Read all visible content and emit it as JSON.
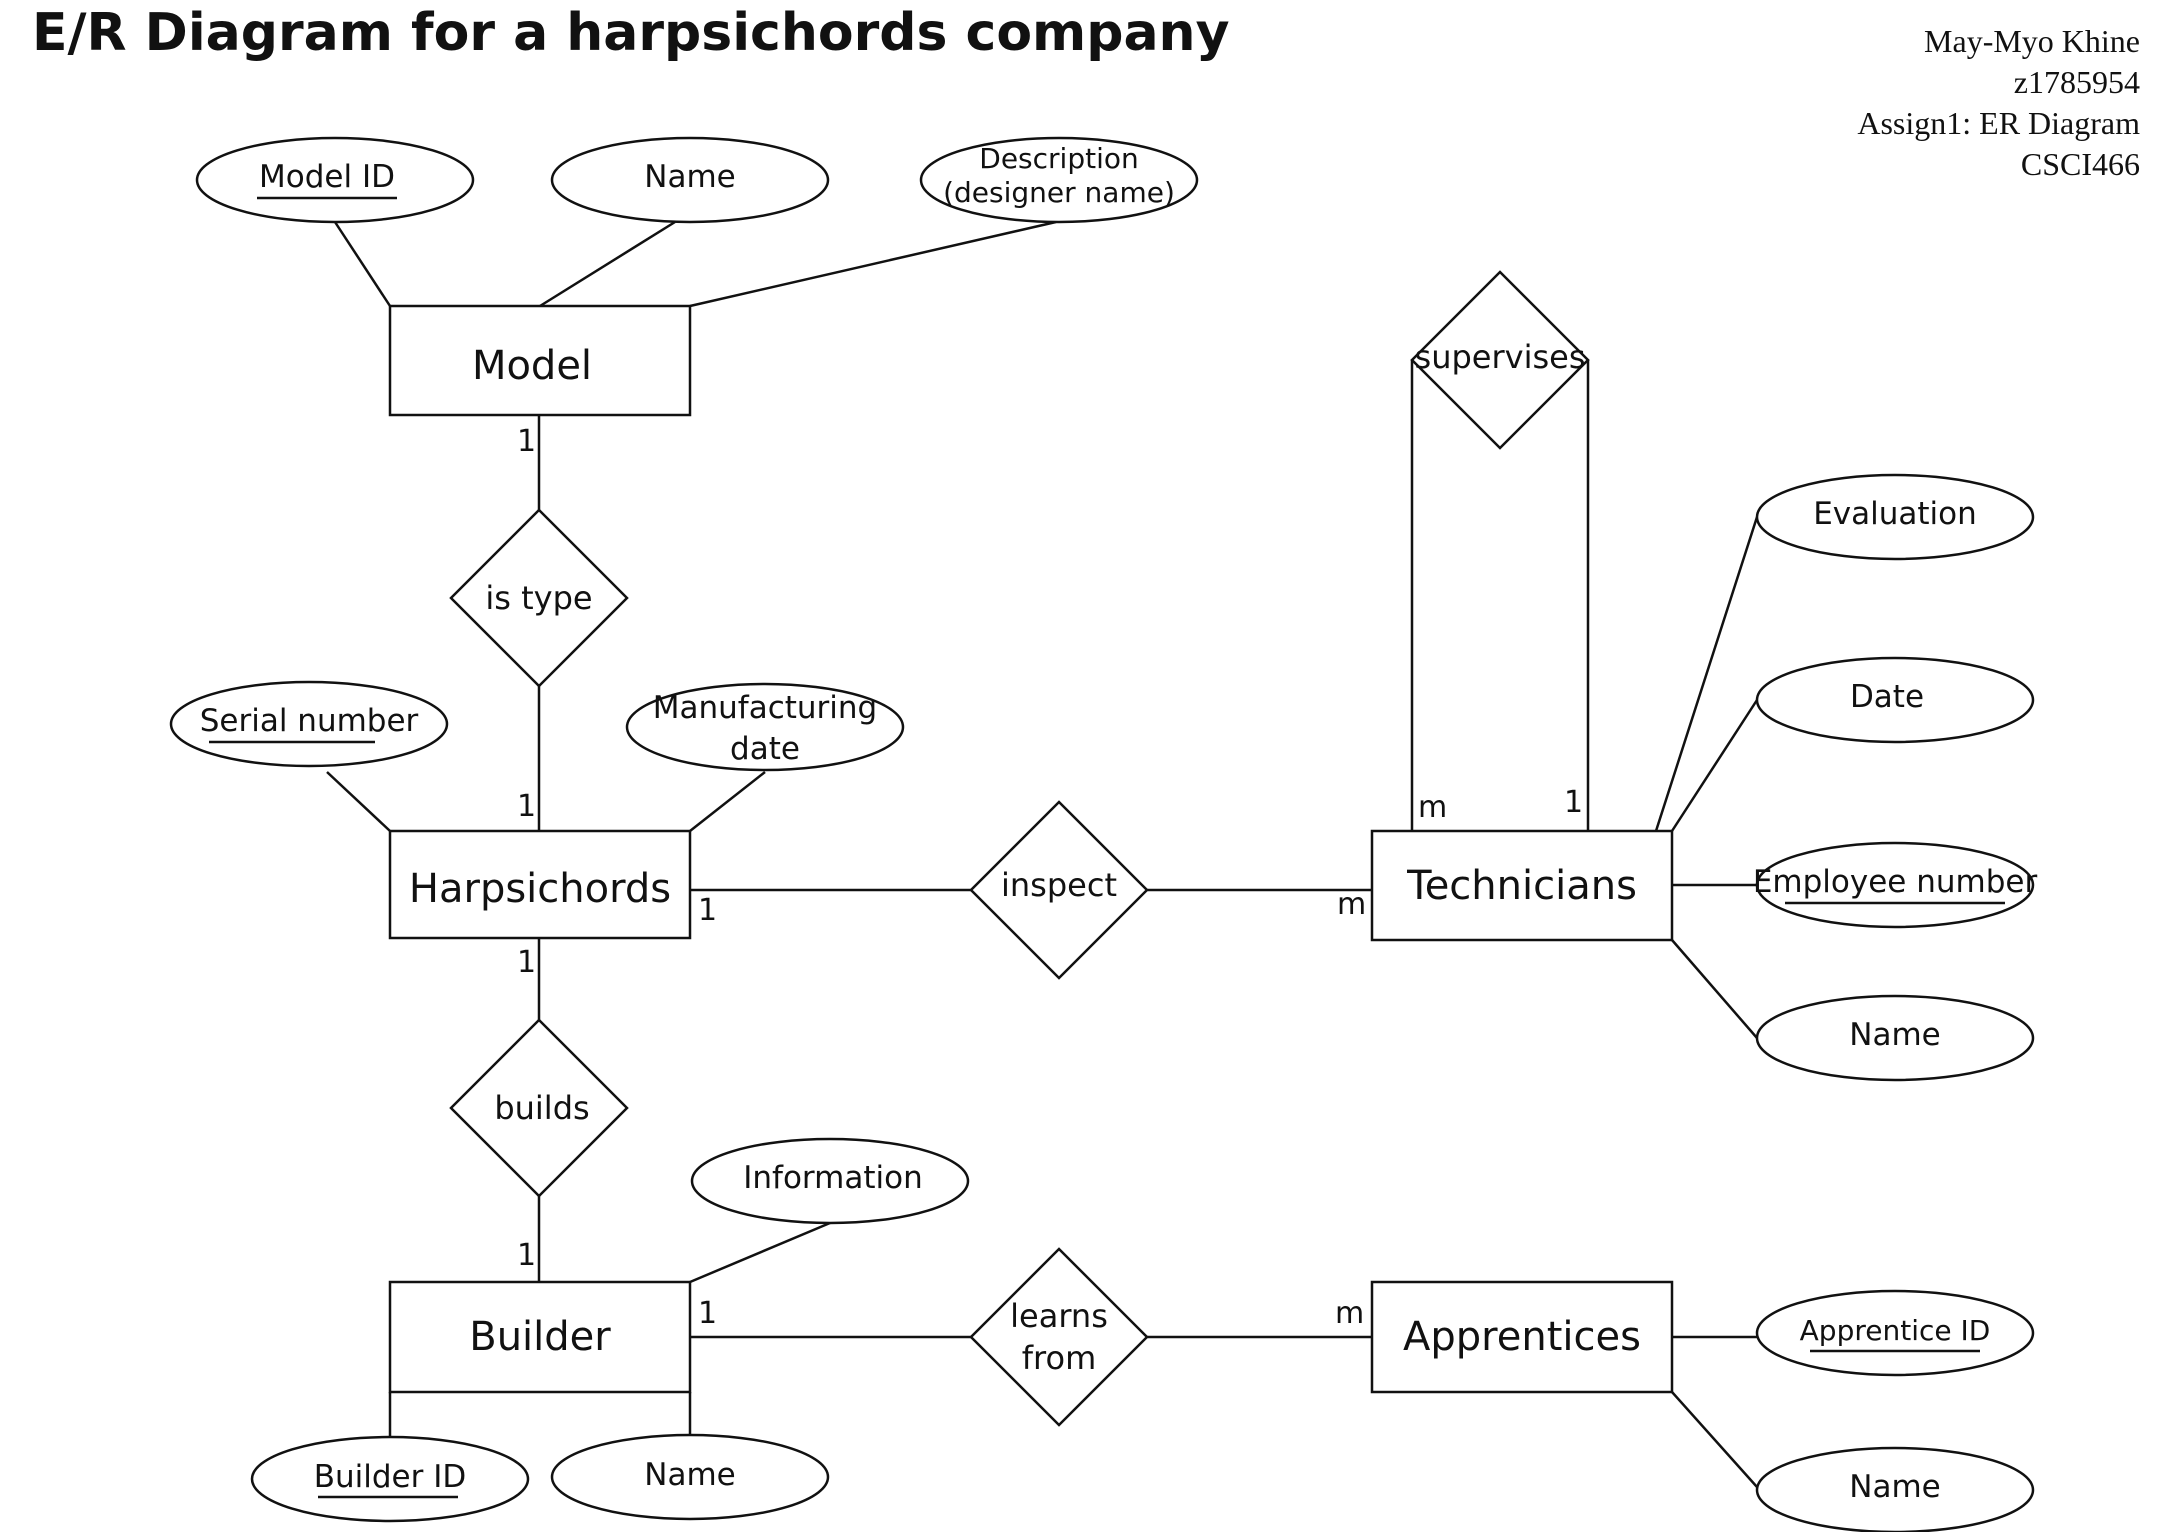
{
  "header": {
    "title": "E/R Diagram for a harpsichords company",
    "author_lines": [
      "May-Myo Khine",
      "z1785954",
      "Assign1: ER Diagram",
      "CSCI466"
    ]
  },
  "entities": {
    "model": "Model",
    "harpsichords": "Harpsichords",
    "technicians": "Technicians",
    "builder": "Builder",
    "apprentices": "Apprentices"
  },
  "relationships": {
    "is_type": "is type",
    "builds": "builds",
    "inspect": "inspect",
    "supervises": "supervises",
    "learns_from": [
      "learns",
      "from"
    ]
  },
  "attributes": {
    "model_id": "Model ID",
    "model_name": "Name",
    "model_description": [
      "Description",
      "(designer name)"
    ],
    "serial_number": "Serial number",
    "manufacturing_date": [
      "Manufacturing",
      "date"
    ],
    "evaluation": "Evaluation",
    "date": "Date",
    "employee_number": "Employee number",
    "technician_name": "Name",
    "information": "Information",
    "builder_id": "Builder ID",
    "builder_name": "Name",
    "apprentice_id": "Apprentice ID",
    "apprentice_name": "Name"
  },
  "cardinalities": {
    "model_is_type": "1",
    "harpsichords_is_type": "1",
    "harpsichords_builds": "1",
    "builder_builds": "1",
    "harpsichords_inspect": "1",
    "technicians_inspect": "m",
    "supervises_m": "m",
    "supervises_1": "1",
    "builder_learns": "1",
    "apprentices_learns": "m"
  }
}
